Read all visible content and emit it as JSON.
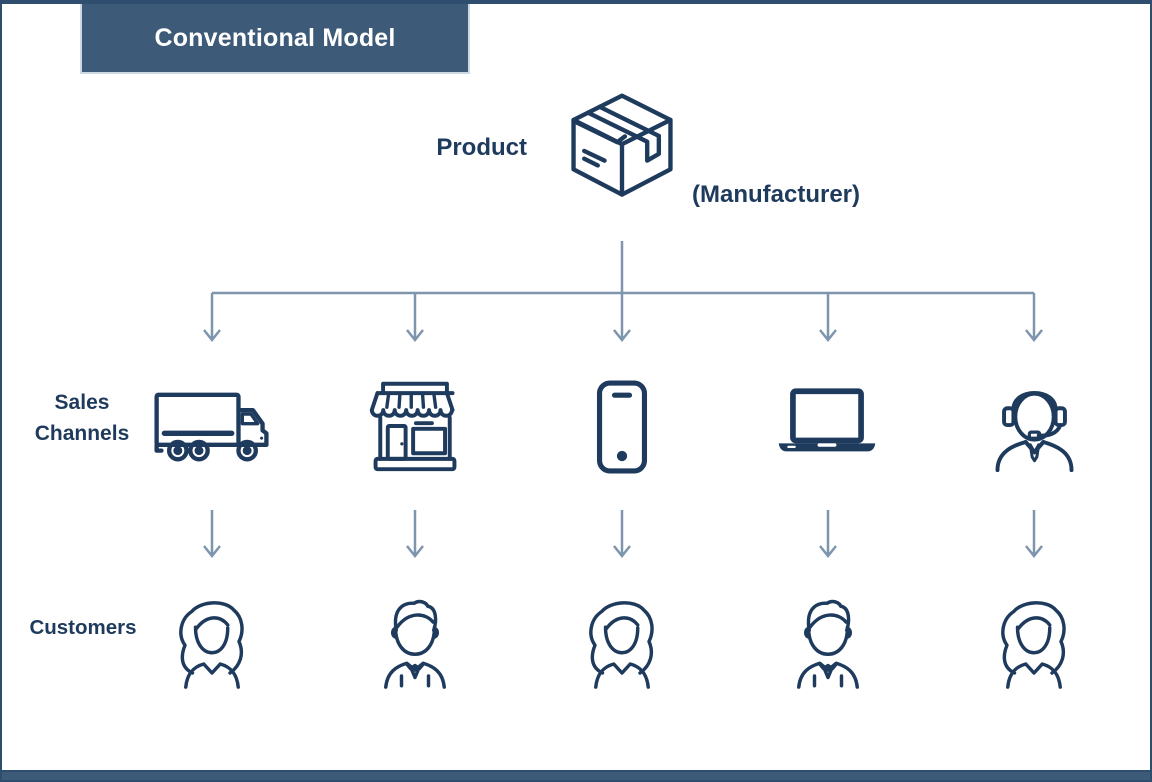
{
  "banner": {
    "title": "Conventional Model"
  },
  "product": {
    "label": "Product",
    "sublabel": "(Manufacturer)",
    "icon": "package-box-icon"
  },
  "sales_channels": {
    "label_line1": "Sales",
    "label_line2": "Channels",
    "items": [
      {
        "name": "delivery-truck",
        "icon": "delivery-truck-icon"
      },
      {
        "name": "retail-store",
        "icon": "storefront-icon"
      },
      {
        "name": "mobile",
        "icon": "smartphone-icon"
      },
      {
        "name": "online",
        "icon": "laptop-icon"
      },
      {
        "name": "call-center",
        "icon": "call-center-agent-icon"
      }
    ]
  },
  "customers": {
    "label": "Customers",
    "items": [
      {
        "icon": "woman-customer-icon"
      },
      {
        "icon": "man-customer-icon"
      },
      {
        "icon": "woman-customer-icon"
      },
      {
        "icon": "man-customer-icon"
      },
      {
        "icon": "woman-customer-icon"
      }
    ]
  },
  "colors": {
    "navy": "#1e3a5c",
    "banner": "#3d5a78",
    "arrow": "#7e95ae",
    "frame": "#2f4d6e",
    "banner_edge": "#ccd8e4",
    "background": "#ffffff"
  },
  "layout_hints": {
    "flow": "product -> 5 sales channels -> 5 customers",
    "column_x": [
      210,
      413,
      620,
      826,
      1032
    ]
  }
}
